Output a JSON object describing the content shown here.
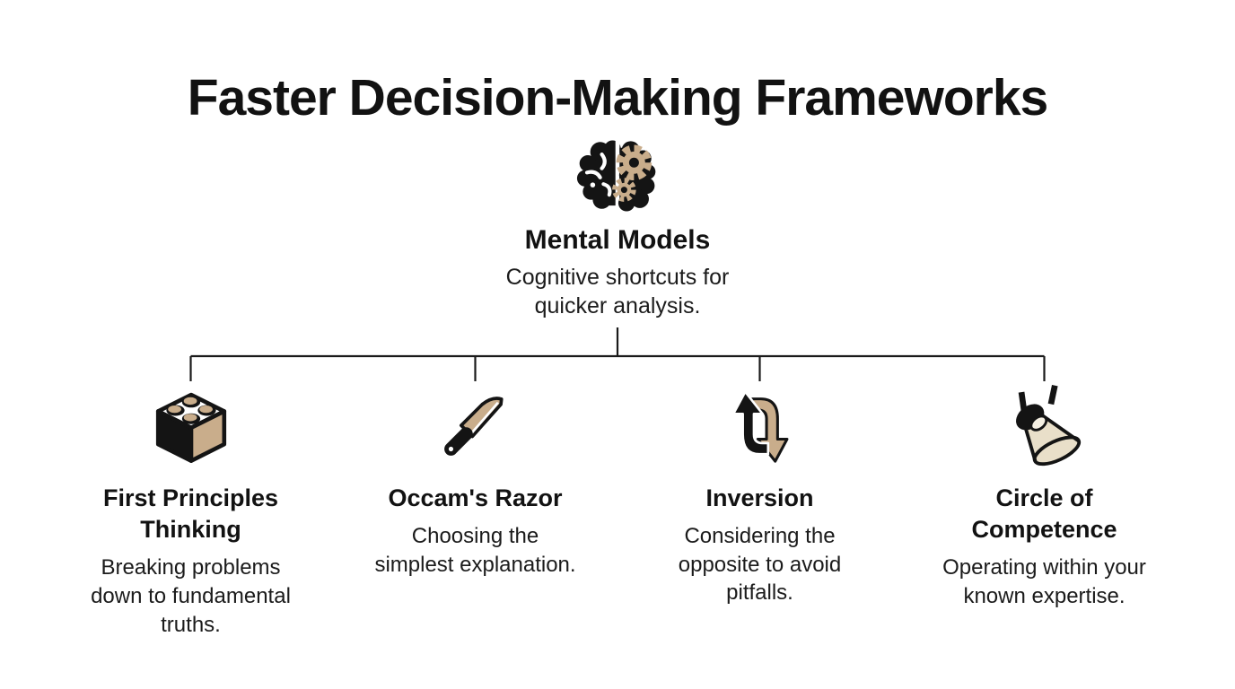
{
  "title": "Faster Decision-Making Frameworks",
  "root": {
    "icon": "brain-gears-icon",
    "label": "Mental Models",
    "description": "Cognitive shortcuts for quicker analysis.",
    "description_lines": [
      "Cognitive shortcuts for",
      "quicker analysis."
    ]
  },
  "branches": [
    {
      "icon": "lego-brick-icon",
      "label": "First Principles Thinking",
      "label_lines": [
        "First Principles",
        "Thinking"
      ],
      "description": "Breaking problems down to fundamental truths.",
      "description_lines": [
        "Breaking problems",
        "down to fundamental",
        "truths."
      ]
    },
    {
      "icon": "knife-icon",
      "label": "Occam's Razor",
      "label_lines": [
        "Occam's Razor"
      ],
      "description": "Choosing the simplest explanation.",
      "description_lines": [
        "Choosing the",
        "simplest explanation."
      ]
    },
    {
      "icon": "inversion-arrows-icon",
      "label": "Inversion",
      "label_lines": [
        "Inversion"
      ],
      "description": "Considering the opposite to avoid pitfalls.",
      "description_lines": [
        "Considering the",
        "opposite to avoid",
        "pitfalls."
      ]
    },
    {
      "icon": "spotlight-icon",
      "label": "Circle of Competence",
      "label_lines": [
        "Circle of",
        "Competence"
      ],
      "description": "Operating within your known expertise.",
      "description_lines": [
        "Operating within your",
        "known expertise."
      ]
    }
  ],
  "colors": {
    "ink": "#141414",
    "tan": "#c9ad8b",
    "beam": "#e9dfc9",
    "background": "#ffffff",
    "connector": "#1a1a1a"
  }
}
